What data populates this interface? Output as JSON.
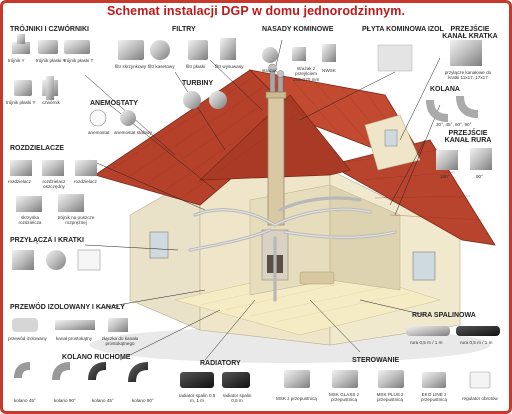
{
  "title": "Schemat instalacji DGP w domu jednorodzinnym.",
  "sections": {
    "trojniki": {
      "header": "TRÓJNIKI I CZWÓRNIKI",
      "items": [
        "trójnik Y",
        "trójnik płaski Y",
        "trójnik płaski T",
        "trójnik płaski Y",
        "czwórnik"
      ]
    },
    "filtry": {
      "header": "FILTRY",
      "items": [
        "filtr skrzynkowy",
        "filtr kasetowy",
        "filtr płaski",
        "filtr wysuwany"
      ]
    },
    "nasady": {
      "header": "NASADY KOMINOWE",
      "items": [
        "strażak",
        "strażak z przejściem 140x270 mm",
        "NWSK"
      ]
    },
    "plyta": {
      "header": "PŁYTA KOMINOWA IZOL"
    },
    "przejscie_kratka": {
      "header": "PRZEJŚCIE KANAŁ KRATKA",
      "items": [
        "przyłącze kanałowe do kratki 11x17, 17x17"
      ]
    },
    "turbiny": {
      "header": "TURBINY"
    },
    "anemostaty": {
      "header": "ANEMOSTATY",
      "items": [
        "anemostat",
        "anemostat stalowy"
      ]
    },
    "kolana": {
      "header": "KOLANA",
      "items": [
        "30°, 45°, 60°, 90°"
      ]
    },
    "przejscie_rura": {
      "header": "PRZEJŚCIE KANAŁ RURA",
      "items": [
        "180°",
        "90°"
      ]
    },
    "rozdzielacze": {
      "header": "ROZDZIELACZE",
      "items": [
        "rozdzielacz",
        "rozdzielacz oszczędny",
        "rozdzielacz",
        "skrzynka rozdzielcza",
        "trójnik na puszcze rozprężnej"
      ]
    },
    "przylacza": {
      "header": "PRZYŁĄCZA I KRATKI"
    },
    "przewod": {
      "header": "PRZEWÓD IZOLOWANY I KANAŁY",
      "items": [
        "przewód izolowany",
        "kanał prostokątny",
        "złączka do kanału prostokątnego"
      ]
    },
    "rura": {
      "header": "RURA SPALINOWA",
      "items": [
        "rura 0,5 m / 1 m",
        "rura 0,5 m / 1 m"
      ]
    },
    "kolano_ruchome": {
      "header": "KOLANO RUCHOME",
      "items": [
        "kolano 45°",
        "kolano 90°",
        "kolano 45°",
        "kolano 90°"
      ]
    },
    "radiatory": {
      "header": "RADIATORY",
      "items": [
        "radiator spalin 0,5 m, 1 m",
        "radiator spalin 0,5 m"
      ]
    },
    "sterowanie": {
      "header": "STEROWANIE",
      "items": [
        "MSK z przepustnicą",
        "MSK GLASS z przepustnicą",
        "MSK PLUS z przepustnicą",
        "EKO LINE z przepustnicą",
        "regulator obrotów"
      ]
    }
  }
}
